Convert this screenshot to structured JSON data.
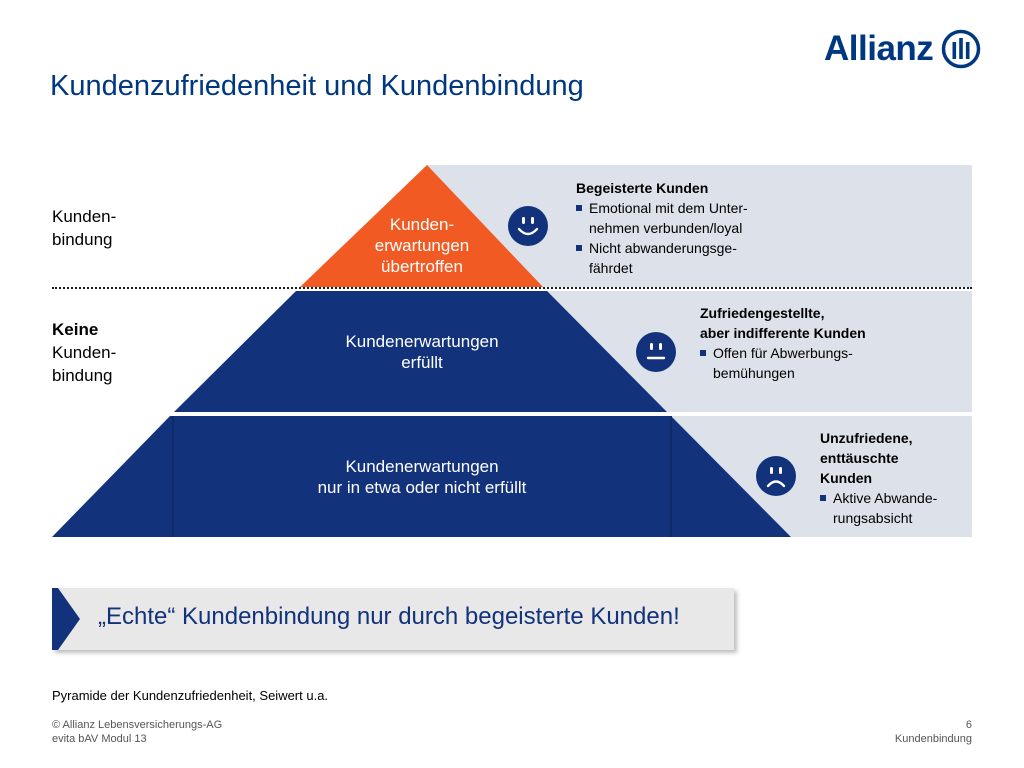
{
  "header": {
    "logo_text": "Allianz",
    "title": "Kundenzufriedenheit und Kundenbindung"
  },
  "left_labels": {
    "top_line1": "Kunden-",
    "top_line2": "bindung",
    "bottom_line1": "Keine",
    "bottom_line2": "Kunden-",
    "bottom_line3": "bindung"
  },
  "pyramid": {
    "top": {
      "line1": "Kunden-",
      "line2": "erwartungen",
      "line3": "übertroffen",
      "color": "#f15a22"
    },
    "middle": {
      "line1": "Kundenerwartungen",
      "line2": "erfüllt",
      "color": "#12337b"
    },
    "bottom": {
      "line1": "Kundenerwartungen",
      "line2": "nur in etwa oder nicht erfüllt",
      "color": "#12337b"
    },
    "band_color": "#dde1ea"
  },
  "segments": [
    {
      "face": "smile-face-icon",
      "title": "Begeisterte Kunden",
      "bullets": [
        {
          "line1": "Emotional mit dem Unter-",
          "line2": "nehmen verbunden/loyal"
        },
        {
          "line1": "Nicht abwanderungsge-",
          "line2": "fährdet"
        }
      ]
    },
    {
      "face": "neutral-face-icon",
      "title_line1": "Zufriedengestellte,",
      "title_line2": "aber indifferente Kunden",
      "bullets": [
        {
          "line1": "Offen für Abwerbungs-",
          "line2": "bemühungen"
        }
      ]
    },
    {
      "face": "sad-face-icon",
      "title_line1": "Unzufriedene,",
      "title_line2": "enttäuschte",
      "title_line3": "Kunden",
      "bullets": [
        {
          "line1": "Aktive Abwande-",
          "line2": "rungsabsicht"
        }
      ]
    }
  ],
  "banner": {
    "text": "„Echte“ Kundenbindung nur durch begeisterte Kunden!"
  },
  "source": "Pyramide der Kundenzufriedenheit, Seiwert u.a.",
  "footer": {
    "company": "© Allianz Lebensversicherungs-AG",
    "module": "evita bAV Modul 13",
    "page_number": "6",
    "section": "Kundenbindung"
  },
  "colors": {
    "brand_blue": "#003781",
    "navy": "#12337b",
    "orange": "#f15a22"
  }
}
